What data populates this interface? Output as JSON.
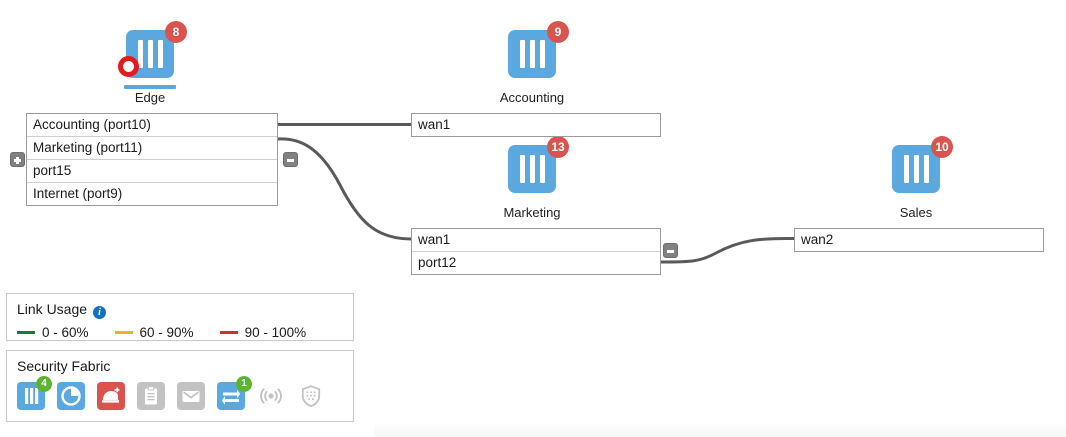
{
  "devices": [
    {
      "key": "edge",
      "name": "Edge",
      "badge": "8",
      "badge_color": "#d9534f",
      "has_alert_ring": true,
      "has_underline": true,
      "icon": "firewall-icon"
    },
    {
      "key": "accounting",
      "name": "Accounting",
      "badge": "9",
      "badge_color": "#d9534f",
      "has_alert_ring": false,
      "has_underline": false,
      "icon": "firewall-icon"
    },
    {
      "key": "marketing",
      "name": "Marketing",
      "badge": "13",
      "badge_color": "#d9534f",
      "has_alert_ring": false,
      "has_underline": false,
      "icon": "firewall-icon"
    },
    {
      "key": "sales",
      "name": "Sales",
      "badge": "10",
      "badge_color": "#d9534f",
      "has_alert_ring": false,
      "has_underline": false,
      "icon": "firewall-icon"
    }
  ],
  "interface_boxes": {
    "edge": {
      "rows": [
        "Accounting (port10)",
        "Marketing (port11)",
        "port15",
        "Internet (port9)"
      ]
    },
    "accounting": {
      "rows": [
        "wan1"
      ]
    },
    "marketing": {
      "rows": [
        "wan1",
        "port12"
      ]
    },
    "sales": {
      "rows": [
        "wan2"
      ]
    }
  },
  "link_usage": {
    "title": "Link Usage",
    "info_glyph": "i",
    "ranges": [
      {
        "label": "0 - 60%",
        "color": "#1b7a2e"
      },
      {
        "label": "60 - 90%",
        "color": "#f0ad2e"
      },
      {
        "label": "90 - 100%",
        "color": "#c0392b"
      }
    ]
  },
  "security_fabric": {
    "title": "Security Fabric",
    "icons": [
      {
        "name": "firewall-icon",
        "state": "blue",
        "fill": "#5aa8dd",
        "badge": "4",
        "badge_color": "#5cb531"
      },
      {
        "name": "analytics-pie-icon",
        "state": "blue",
        "fill": "#5aa8dd",
        "badge": null,
        "badge_color": null
      },
      {
        "name": "sandbox-icon",
        "state": "red",
        "fill": "#d9534f",
        "badge": null,
        "badge_color": null
      },
      {
        "name": "logging-clipboard-icon",
        "state": "grey",
        "fill": "#c2c2c2",
        "badge": null,
        "badge_color": null
      },
      {
        "name": "mail-icon",
        "state": "grey",
        "fill": "#c2c2c2",
        "badge": null,
        "badge_color": null
      },
      {
        "name": "switch-icon",
        "state": "blue",
        "fill": "#5aa8dd",
        "badge": "1",
        "badge_color": "#5cb531"
      },
      {
        "name": "wireless-ap-icon",
        "state": "grey",
        "fill": "#c2c2c2",
        "badge": null,
        "badge_color": null
      },
      {
        "name": "endpoint-shield-icon",
        "state": "grey",
        "fill": "#c2c2c2",
        "badge": null,
        "badge_color": null
      }
    ]
  },
  "links": [
    {
      "from": "edge-port10",
      "to": "accounting-wan1",
      "color": "#5a5a5a"
    },
    {
      "from": "edge-port11",
      "to": "marketing-wan1",
      "color": "#5a5a5a"
    },
    {
      "from": "marketing-port12",
      "to": "sales-wan2",
      "color": "#5a5a5a"
    }
  ]
}
